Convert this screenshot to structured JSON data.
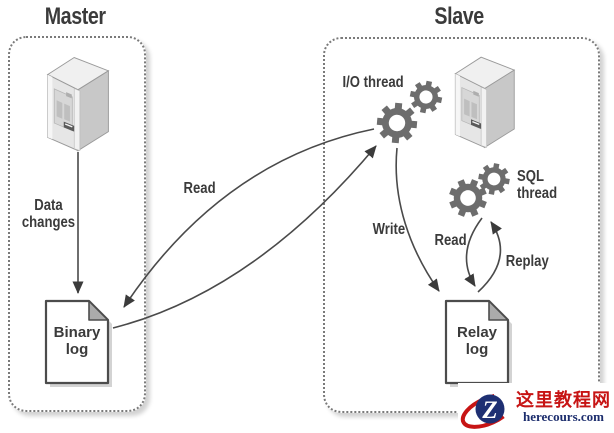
{
  "palette": {
    "line": "#4a4a4a",
    "text": "#3b3b3b",
    "gear": "#6d6d6d",
    "box_border": "#7a7a7a",
    "watermark_red": "#c71414",
    "watermark_navy": "#1c2d6d"
  },
  "master": {
    "title": "Master",
    "data_changes_label": "Data\nchanges",
    "binary_log_label": "Binary\nlog"
  },
  "slave": {
    "title": "Slave",
    "io_thread_label": "I/O thread",
    "sql_thread_label": "SQL thread",
    "relay_log_label": "Relay\nlog"
  },
  "arrows": {
    "read_master_label": "Read",
    "write_label": "Write",
    "read_relay_label": "Read",
    "replay_label": "Replay"
  },
  "watermark": {
    "logo_letter": "Z",
    "site_name": "这里教程网",
    "site_url": "herecours.com"
  }
}
